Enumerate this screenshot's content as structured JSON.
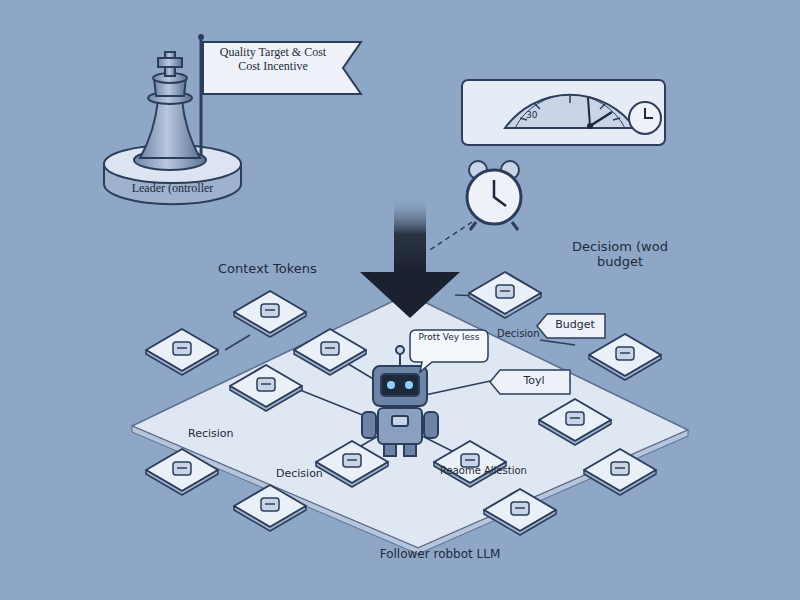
{
  "diagram": {
    "nodes": [
      {
        "text": [
          "Quality Target & Cost Cost Incentive"
        ]
      },
      {
        "text": [
          "Leader (ontroller"
        ]
      },
      {
        "text": [
          "Follower robbot LLM"
        ]
      },
      {
        "text": [
          "Prott Vey less"
        ],
        "in": 2
      },
      {
        "text": [
          "Budget"
        ]
      },
      {
        "text": [
          "Toyl"
        ],
        "in": 2
      }
    ],
    "labels": [
      "30",
      "Context Tokens",
      "Decisiom (wod budget",
      "Recision",
      "Decision",
      "Decision",
      "Reaome Allestion"
    ]
  }
}
